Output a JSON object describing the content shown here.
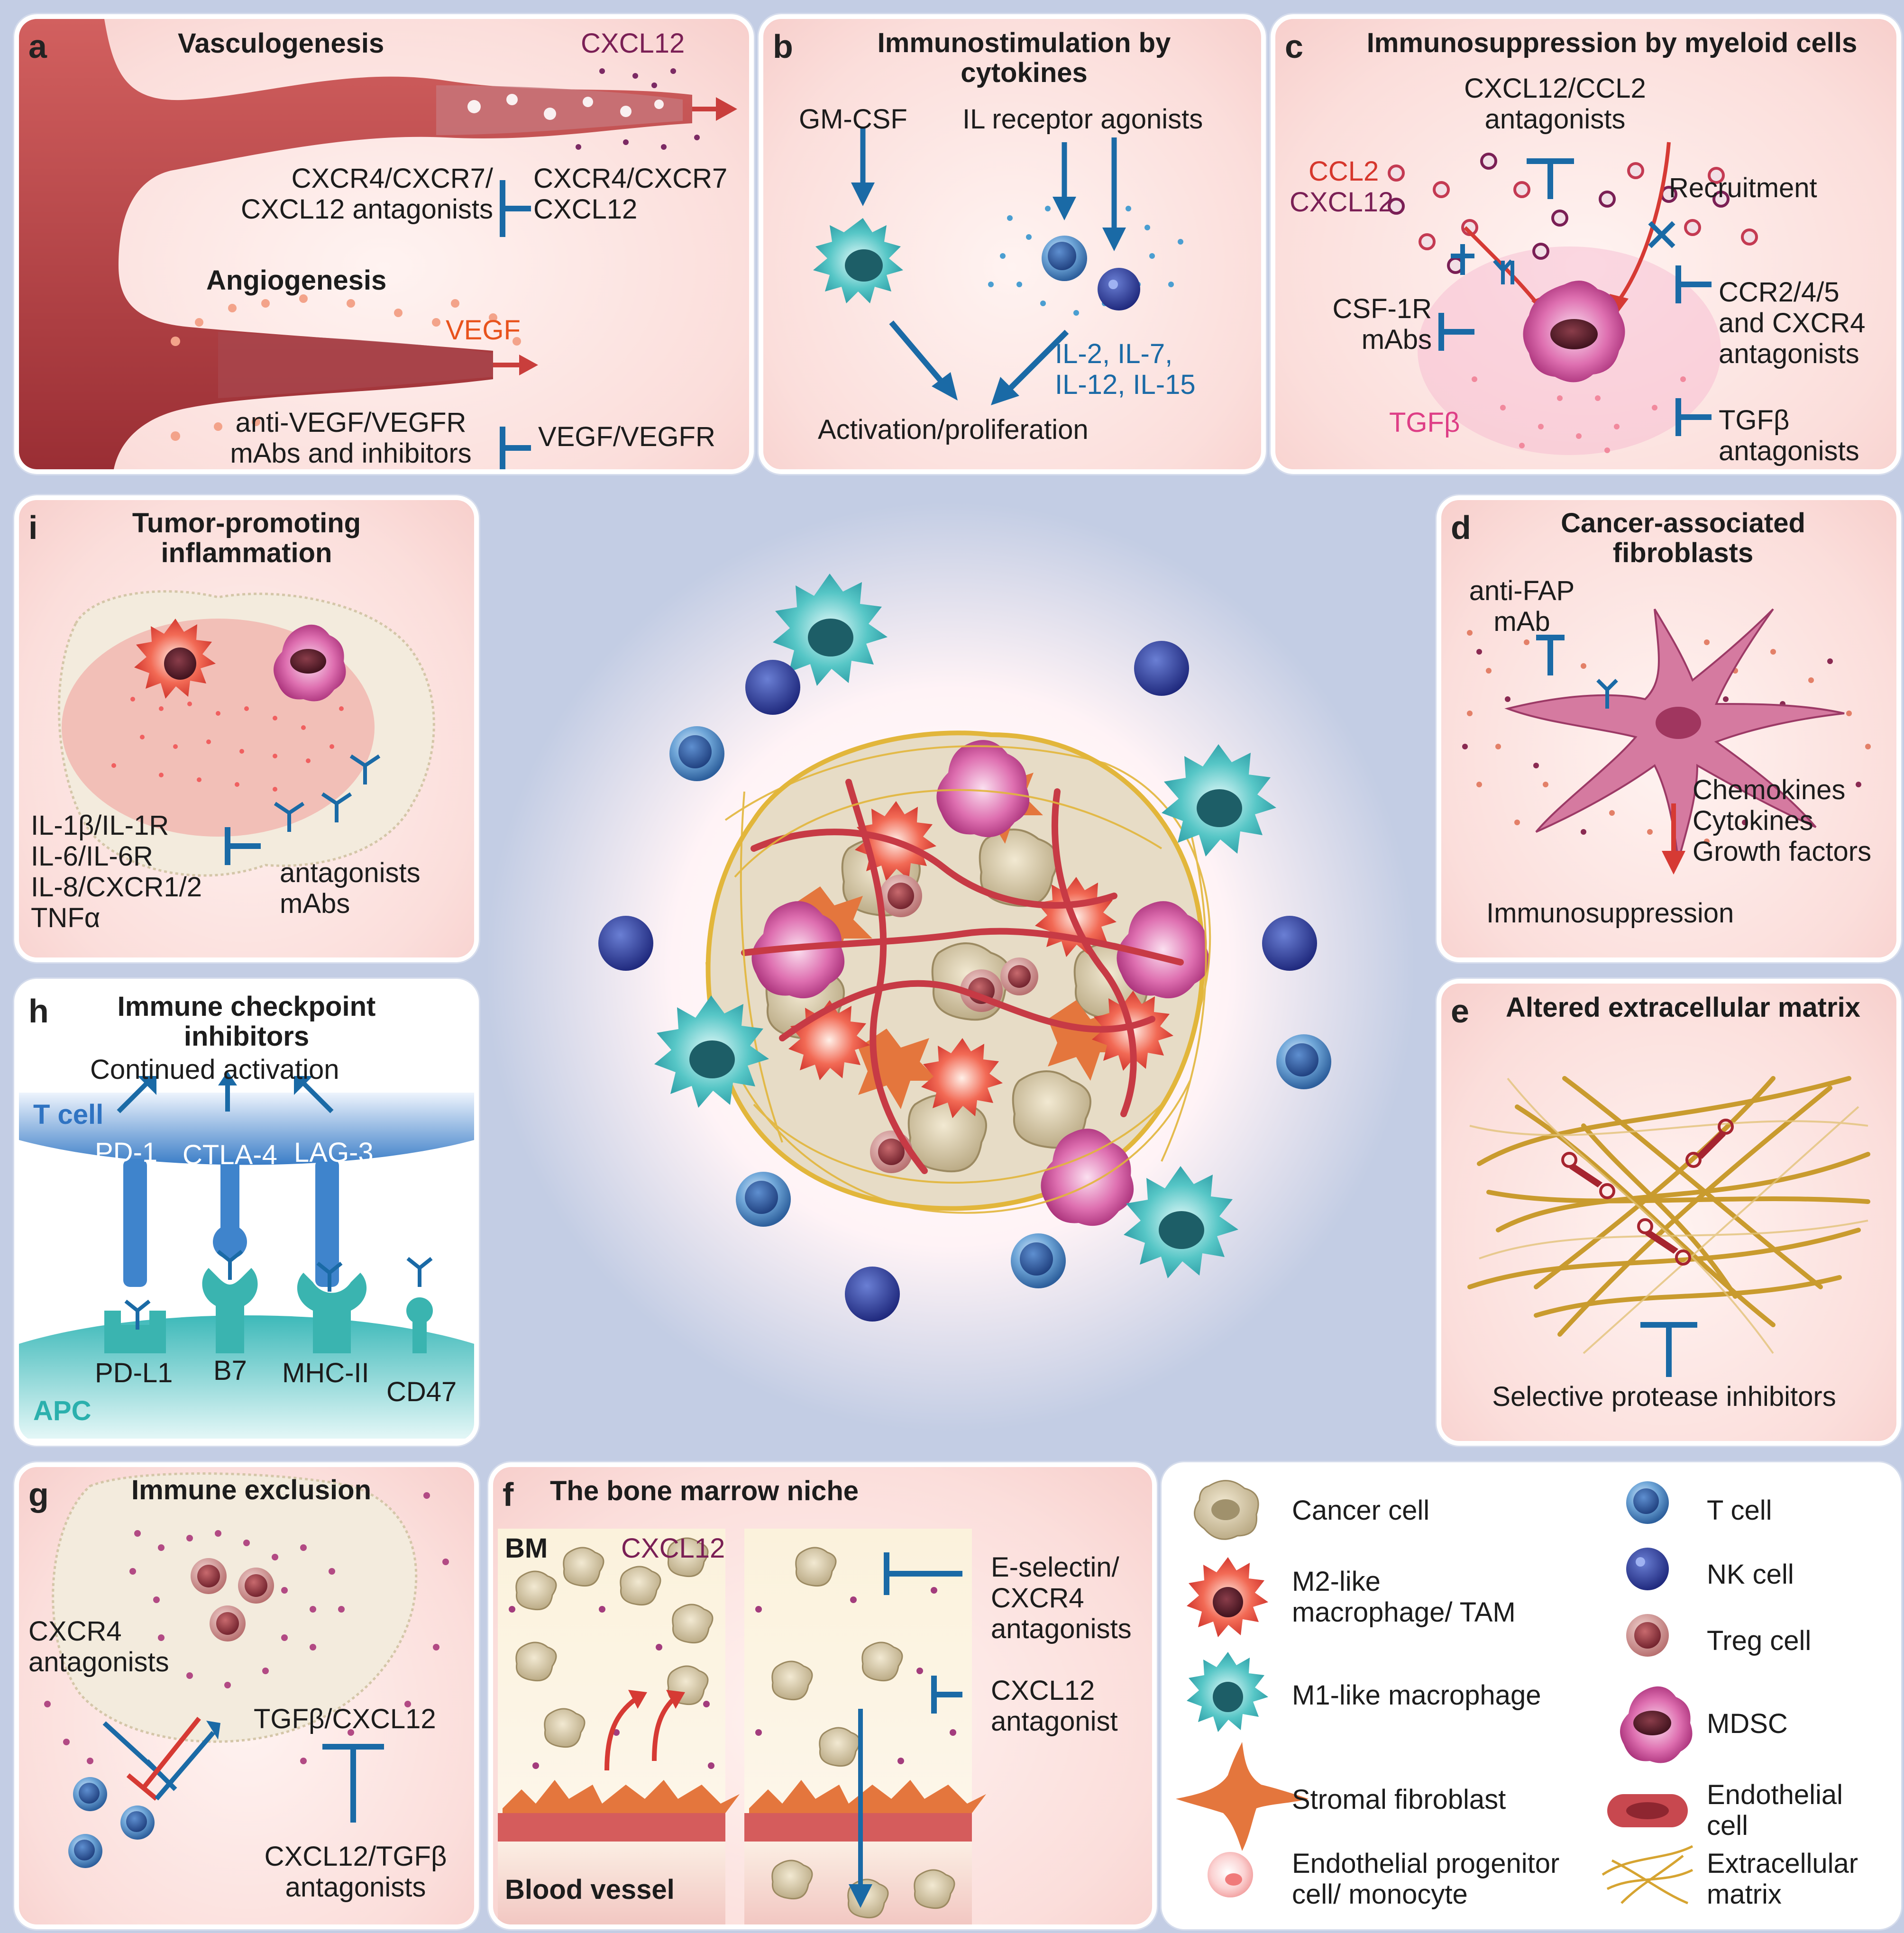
{
  "panels": {
    "a": {
      "letter": "a",
      "title_vasc": "Vasculogenesis",
      "cxcl12": "CXCL12",
      "vasc_antag": [
        "CXCR4/CXCR7/",
        "CXCL12 antagonists"
      ],
      "vasc_target": [
        "CXCR4/CXCR7",
        "CXCL12"
      ],
      "title_angio": "Angiogenesis",
      "vegf": "VEGF",
      "angio_antag": [
        "anti-VEGF/VEGFR",
        "mAbs and inhibitors"
      ],
      "angio_target": "VEGF/VEGFR"
    },
    "b": {
      "letter": "b",
      "title": [
        "Immunostimulation by",
        "cytokines"
      ],
      "gmcsf": "GM-CSF",
      "il_agonists": "IL receptor agonists",
      "il_list": [
        "IL-2, IL-7,",
        "IL-12, IL-15"
      ],
      "outcome": "Activation/proliferation"
    },
    "c": {
      "letter": "c",
      "title": "Immunosuppression by myeloid cells",
      "top_antag": [
        "CXCL12/CCL2",
        "antagonists"
      ],
      "ccl2": "CCL2",
      "cxcl12": "CXCL12",
      "recruitment": "Recruitment",
      "csf1r": [
        "CSF-1R",
        "mAbs"
      ],
      "ccr": [
        "CCR2/4/5",
        "and CXCR4",
        "antagonists"
      ],
      "tgfb": "TGFβ",
      "tgfb_antag": [
        "TGFβ",
        "antagonists"
      ]
    },
    "d": {
      "letter": "d",
      "title": [
        "Cancer-associated",
        "fibroblasts"
      ],
      "fap": [
        "anti-FAP",
        "mAb"
      ],
      "factors": [
        "Chemokines",
        "Cytokines",
        "Growth factors"
      ],
      "outcome": "Immunosuppression"
    },
    "e": {
      "letter": "e",
      "title": "Altered extracellular matrix",
      "inhibitor": "Selective protease inhibitors"
    },
    "f": {
      "letter": "f",
      "title": "The bone marrow niche",
      "bm": "BM",
      "cxcl12": "CXCL12",
      "vessel": "Blood vessel",
      "eselectin": [
        "E-selectin/",
        "CXCR4",
        "antagonists"
      ],
      "cxcl12_antag": [
        "CXCL12",
        "antagonist"
      ]
    },
    "g": {
      "letter": "g",
      "title": "Immune exclusion",
      "cxcr4": [
        "CXCR4",
        "antagonists"
      ],
      "tgfb_cxcl12": "TGFβ/CXCL12",
      "antag": [
        "CXCL12/TGFβ",
        "antagonists"
      ]
    },
    "h": {
      "letter": "h",
      "title": [
        "Immune checkpoint",
        "inhibitors"
      ],
      "activation": "Continued activation",
      "tcell": "T cell",
      "receptors": [
        "PD-1",
        "CTLA-4",
        "LAG-3"
      ],
      "ligands": [
        "PD-L1",
        "B7",
        "MHC-II",
        "CD47"
      ],
      "apc": "APC"
    },
    "i": {
      "letter": "i",
      "title": [
        "Tumor-promoting",
        "inflammation"
      ],
      "cytokines": [
        "IL-1β/IL-1R",
        "IL-6/IL-6R",
        "IL-8/CXCR1/2",
        "TNFα"
      ],
      "antag": [
        "antagonists",
        "mAbs"
      ]
    }
  },
  "legend": [
    {
      "label": "Cancer cell",
      "icon": "cancer-cell-icon"
    },
    {
      "label": "T cell",
      "icon": "t-cell-icon"
    },
    {
      "label": "NK cell",
      "icon": "nk-cell-icon"
    },
    {
      "label": [
        "M2-like",
        "macrophage/ TAM"
      ],
      "icon": "m2-macrophage-icon"
    },
    {
      "label": "Treg cell",
      "icon": "treg-cell-icon"
    },
    {
      "label": "M1-like macrophage",
      "icon": "m1-macrophage-icon"
    },
    {
      "label": "MDSC",
      "icon": "mdsc-icon"
    },
    {
      "label": "Stromal fibroblast",
      "icon": "fibroblast-icon"
    },
    {
      "label": [
        "Endothelial",
        "cell"
      ],
      "icon": "endothelial-cell-icon"
    },
    {
      "label": [
        "Endothelial progenitor",
        "cell/ monocyte"
      ],
      "icon": "progenitor-cell-icon"
    },
    {
      "label": [
        "Extracellular",
        "matrix"
      ],
      "icon": "ecm-icon"
    }
  ],
  "colors": {
    "background": "#c3cde4",
    "panel_fill": "#fbdedb",
    "inhibitor_blue": "#1a6aa6",
    "m1_teal": "#2fa6a8",
    "m2_red": "#e2443a",
    "mdsc_magenta": "#c8338a",
    "vessel_red": "#b23a3e",
    "ecm_gold": "#d6a431"
  }
}
